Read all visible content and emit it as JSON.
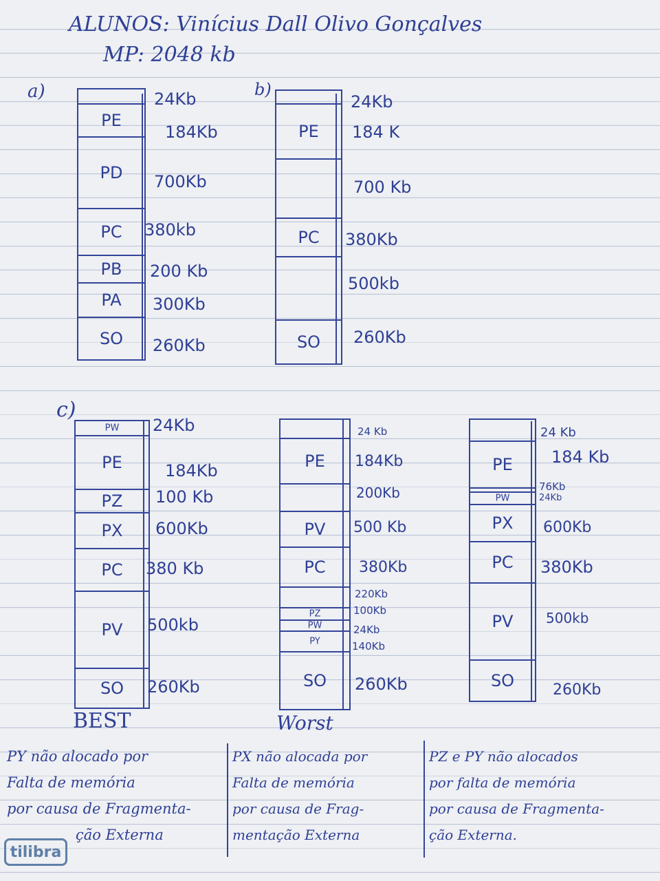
{
  "header": {
    "alunos": "ALUNOS: Vinícius Dall Olivo Gonçalves",
    "mp": "MP: 2048 kb"
  },
  "section_a": {
    "label": "a)",
    "blocks": [
      {
        "name": "",
        "size": "24Kb"
      },
      {
        "name": "PE",
        "size": "184Kb"
      },
      {
        "name": "PD",
        "size": "700Kb"
      },
      {
        "name": "PC",
        "size": "380kb"
      },
      {
        "name": "PB",
        "size": "200 Kb"
      },
      {
        "name": "PA",
        "size": "300Kb"
      },
      {
        "name": "SO",
        "size": "260Kb"
      }
    ]
  },
  "section_b": {
    "label": "b)",
    "blocks": [
      {
        "name": "",
        "size": "24Kb"
      },
      {
        "name": "PE",
        "size": "184 K"
      },
      {
        "name": "",
        "size": "700 Kb"
      },
      {
        "name": "PC",
        "size": "380Kb"
      },
      {
        "name": "",
        "size": "500kb"
      },
      {
        "name": "SO",
        "size": "260Kb"
      }
    ]
  },
  "section_c": {
    "label": "c)",
    "best": {
      "caption": "BEST",
      "blocks": [
        {
          "name": "PW",
          "size": "24Kb"
        },
        {
          "name": "PE",
          "size": "184Kb"
        },
        {
          "name": "PZ",
          "size": "100 Kb"
        },
        {
          "name": "PX",
          "size": "600Kb"
        },
        {
          "name": "PC",
          "size": "380 Kb"
        },
        {
          "name": "PV",
          "size": "500kb"
        },
        {
          "name": "SO",
          "size": "260Kb"
        }
      ],
      "note": [
        "PY não alocado por",
        "Falta de memória",
        "por causa de Fragmenta-",
        "ção Externa"
      ]
    },
    "worst": {
      "caption": "Worst",
      "blocks": [
        {
          "name": "",
          "size": "24 Kb"
        },
        {
          "name": "PE",
          "size": "184Kb"
        },
        {
          "name": "",
          "size": "200Kb"
        },
        {
          "name": "PV",
          "size": "500 Kb"
        },
        {
          "name": "PC",
          "size": "380Kb"
        },
        {
          "name": "",
          "size": "220Kb"
        },
        {
          "name": "PZ",
          "size": "100Kb"
        },
        {
          "name": "PW",
          "size": "24Kb"
        },
        {
          "name": "PY",
          "size": "140Kb"
        },
        {
          "name": "SO",
          "size": "260Kb"
        }
      ],
      "note": [
        "PX não alocada por",
        "Falta de memória",
        "por causa de Frag-",
        "mentação Externa"
      ]
    },
    "first": {
      "blocks": [
        {
          "name": "",
          "size": "24 Kb"
        },
        {
          "name": "PE",
          "size": "184 Kb"
        },
        {
          "name": "",
          "size": "76Kb"
        },
        {
          "name": "PW",
          "size": "24Kb"
        },
        {
          "name": "PX",
          "size": "600Kb"
        },
        {
          "name": "PC",
          "size": "380Kb"
        },
        {
          "name": "PV",
          "size": "500kb"
        },
        {
          "name": "SO",
          "size": "260Kb"
        }
      ],
      "note": [
        "PZ e PY não alocados",
        "por falta de memória",
        "por causa de Fragmenta-",
        "ção Externa."
      ]
    }
  },
  "logo": "tilibra"
}
